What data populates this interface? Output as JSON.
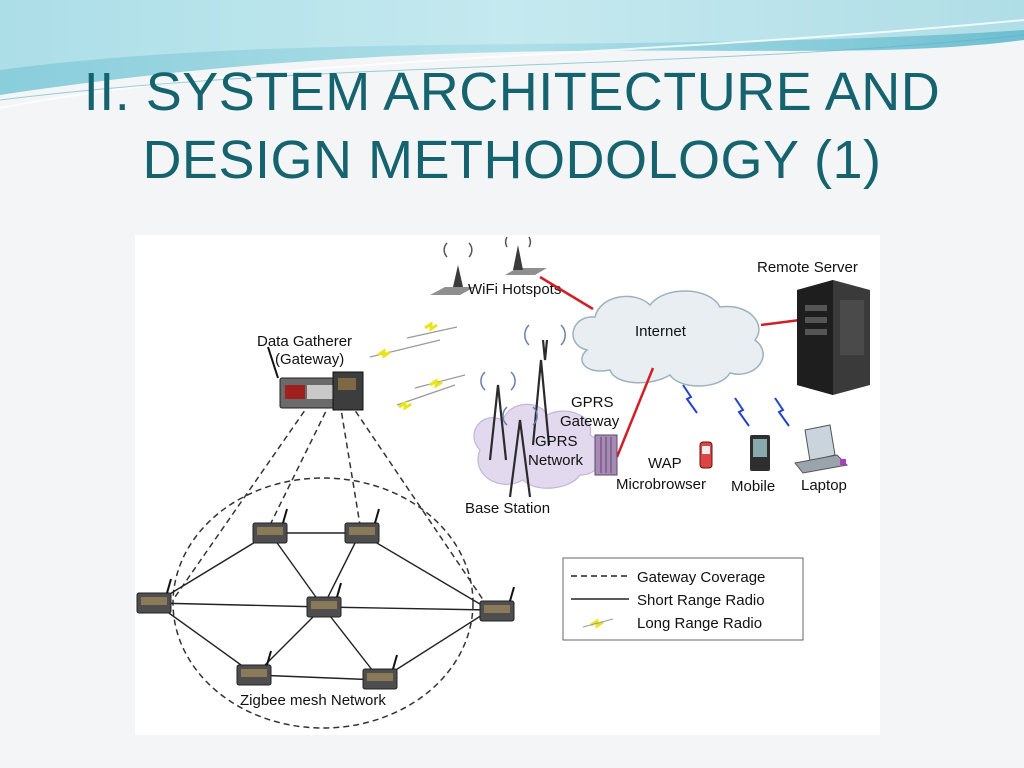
{
  "slide": {
    "title_line1": "II. SYSTEM ARCHITECTURE AND",
    "title_line2": "DESIGN METHODOLOGY (1)"
  },
  "diagram": {
    "labels": {
      "wifi_hotspots": "WiFi Hotspots",
      "remote_server": "Remote Server",
      "internet": "Internet",
      "data_gatherer_l1": "Data Gatherer",
      "data_gatherer_l2": "(Gateway)",
      "gprs_gateway_l1": "GPRS",
      "gprs_gateway_l2": "Gateway",
      "gprs_network_l1": "GPRS",
      "gprs_network_l2": "Network",
      "base_station": "Base Station",
      "wap_l1": "WAP",
      "wap_l2": "Microbrowser",
      "mobile": "Mobile",
      "laptop": "Laptop",
      "zigbee": "Zigbee mesh Network"
    },
    "legend": {
      "gateway_coverage": "Gateway Coverage",
      "short_range": "Short Range Radio",
      "long_range": "Long Range Radio"
    },
    "colors": {
      "title": "#15636e",
      "link_red": "#d11f26",
      "radio_yellow": "#e9e51a",
      "wireless_blue": "#2244cc"
    }
  }
}
